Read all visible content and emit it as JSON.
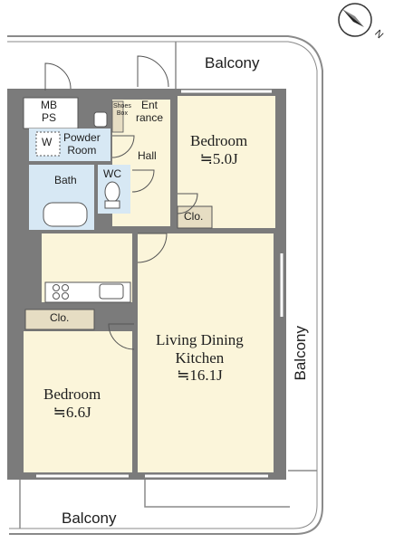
{
  "compass": {
    "north_label": "N"
  },
  "balconies": {
    "top": "Balcony",
    "right": "Balcony",
    "bottom": "Balcony"
  },
  "rooms": {
    "mbps": {
      "line1": "MB",
      "line2": "PS"
    },
    "shoes_box": {
      "line1": "Shoes",
      "line2": "Box"
    },
    "entrance": {
      "line1": "Ent",
      "line2": "rance"
    },
    "powder_room": {
      "line1": "Powder",
      "line2": "Room"
    },
    "washer": "W",
    "hall": "Hall",
    "wc": "WC",
    "bath": "Bath",
    "bedroom_north": {
      "name": "Bedroom",
      "area": "≒5.0J"
    },
    "closet_north": "Clo.",
    "closet_west": "Clo.",
    "ldk": {
      "line1": "Living Dining",
      "line2": "Kitchen",
      "area": "≒16.1J"
    },
    "bedroom_west": {
      "name": "Bedroom",
      "area": "≒6.6J"
    }
  },
  "colors": {
    "wall": "#7b7b7b",
    "floor": "#fbf5da",
    "wet_area": "#d7e8f4",
    "closet": "#e6ddc3",
    "balcony_outline": "#8a8a8a"
  }
}
